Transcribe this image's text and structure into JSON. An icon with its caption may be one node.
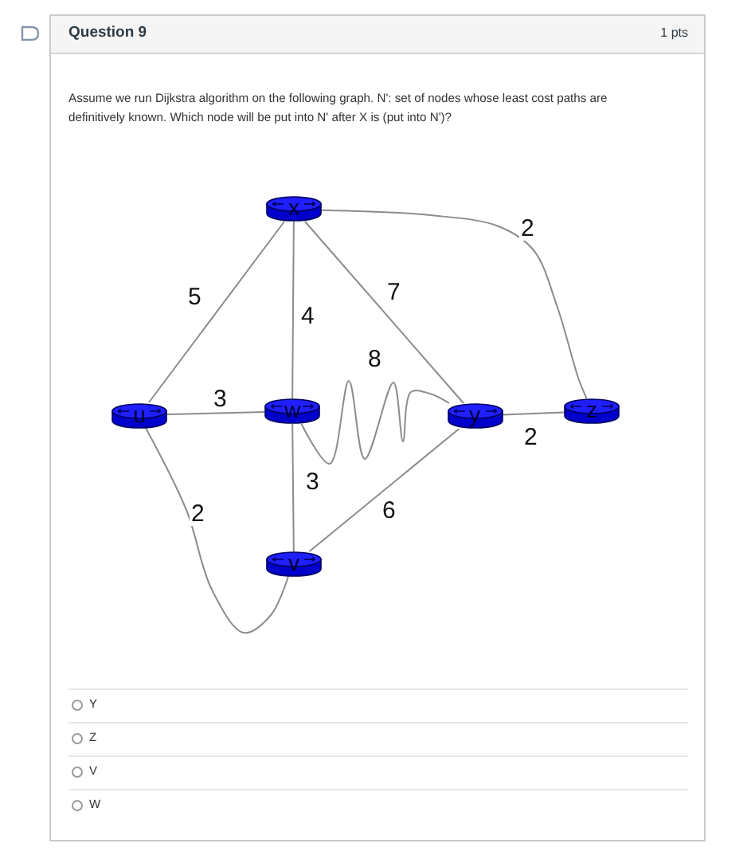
{
  "diagram": {
    "title": "Question 9",
    "nodes": [
      {
        "text": [
          "x"
        ]
      },
      {
        "text": [
          "u"
        ]
      },
      {
        "text": [
          "w"
        ]
      },
      {
        "text": [
          "y"
        ]
      },
      {
        "text": [
          "z"
        ]
      },
      {
        "text": [
          "v"
        ]
      }
    ],
    "edges": [
      {
        "from": 0,
        "to": 1,
        "arrow": "none",
        "label": "5"
      },
      {
        "from": 0,
        "to": 2,
        "arrow": "none",
        "label": "4"
      },
      {
        "from": 0,
        "to": 3,
        "arrow": "none",
        "label": "7"
      },
      {
        "from": 0,
        "to": 4,
        "arrow": "none",
        "label": "2"
      },
      {
        "from": 1,
        "to": 2,
        "arrow": "none",
        "label": "3"
      },
      {
        "from": 2,
        "to": 3,
        "arrow": "none",
        "label": "8"
      },
      {
        "from": 3,
        "to": 4,
        "arrow": "none",
        "label": "2"
      },
      {
        "from": 2,
        "to": 5,
        "arrow": "none",
        "label": "3"
      },
      {
        "from": 5,
        "to": 3,
        "arrow": "none",
        "label": "6"
      },
      {
        "from": 1,
        "to": 5,
        "arrow": "none",
        "label": "2"
      }
    ],
    "labels": [
      "1 pts",
      "Assume we run Dijkstra algorithm on the following graph. N': set of nodes whose least cost paths are definitively known. Which node will be put into N' after X is (put into N')?",
      "Y",
      "Z",
      "V",
      "W"
    ]
  }
}
